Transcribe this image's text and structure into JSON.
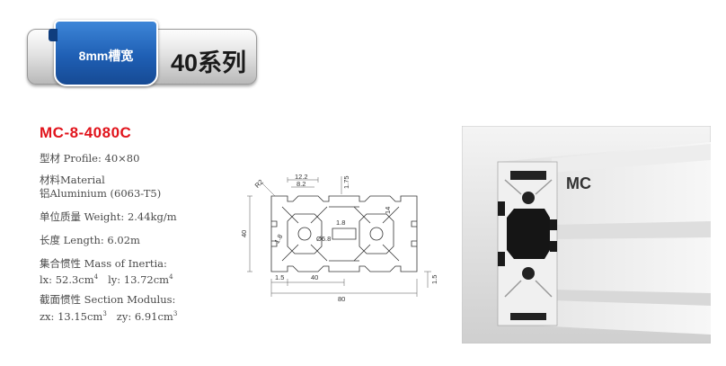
{
  "banner": {
    "tag": "8mm槽宽",
    "title": "40系列"
  },
  "product": {
    "model": "MC-8-4080C",
    "profile": "型材 Profile: 40×80",
    "material_label": "材料Material",
    "material_value": "铝Aluminium (6063-T5)",
    "weight": "单位质量 Weight: 2.44kg/m",
    "length": "长度 Length: 6.02m",
    "inertia_label": "集合惯性 Mass of Inertia:",
    "inertia_ix": "lx: 52.3cm",
    "inertia_iy": "ly: 13.72cm",
    "inertia_unit_sup": "4",
    "modulus_label": "截面惯性 Section Modulus:",
    "modulus_zx": "zx: 13.15cm",
    "modulus_zy": "zy: 6.91cm",
    "modulus_unit_sup": "3"
  },
  "drawing": {
    "dim_r": "R2",
    "dim_12_2": "12.2",
    "dim_8_2": "8.2",
    "dim_1_75": "1.75",
    "dim_1_8_a": "1.8",
    "dim_1_8_b": "1.8",
    "dim_14": "14",
    "dim_hole": "Ø6.8",
    "dim_40_v": "40",
    "dim_1_5_l": "1.5",
    "dim_40_h": "40",
    "dim_80": "80",
    "dim_1_5_r": "1.5"
  },
  "photo": {
    "label": "MC"
  }
}
